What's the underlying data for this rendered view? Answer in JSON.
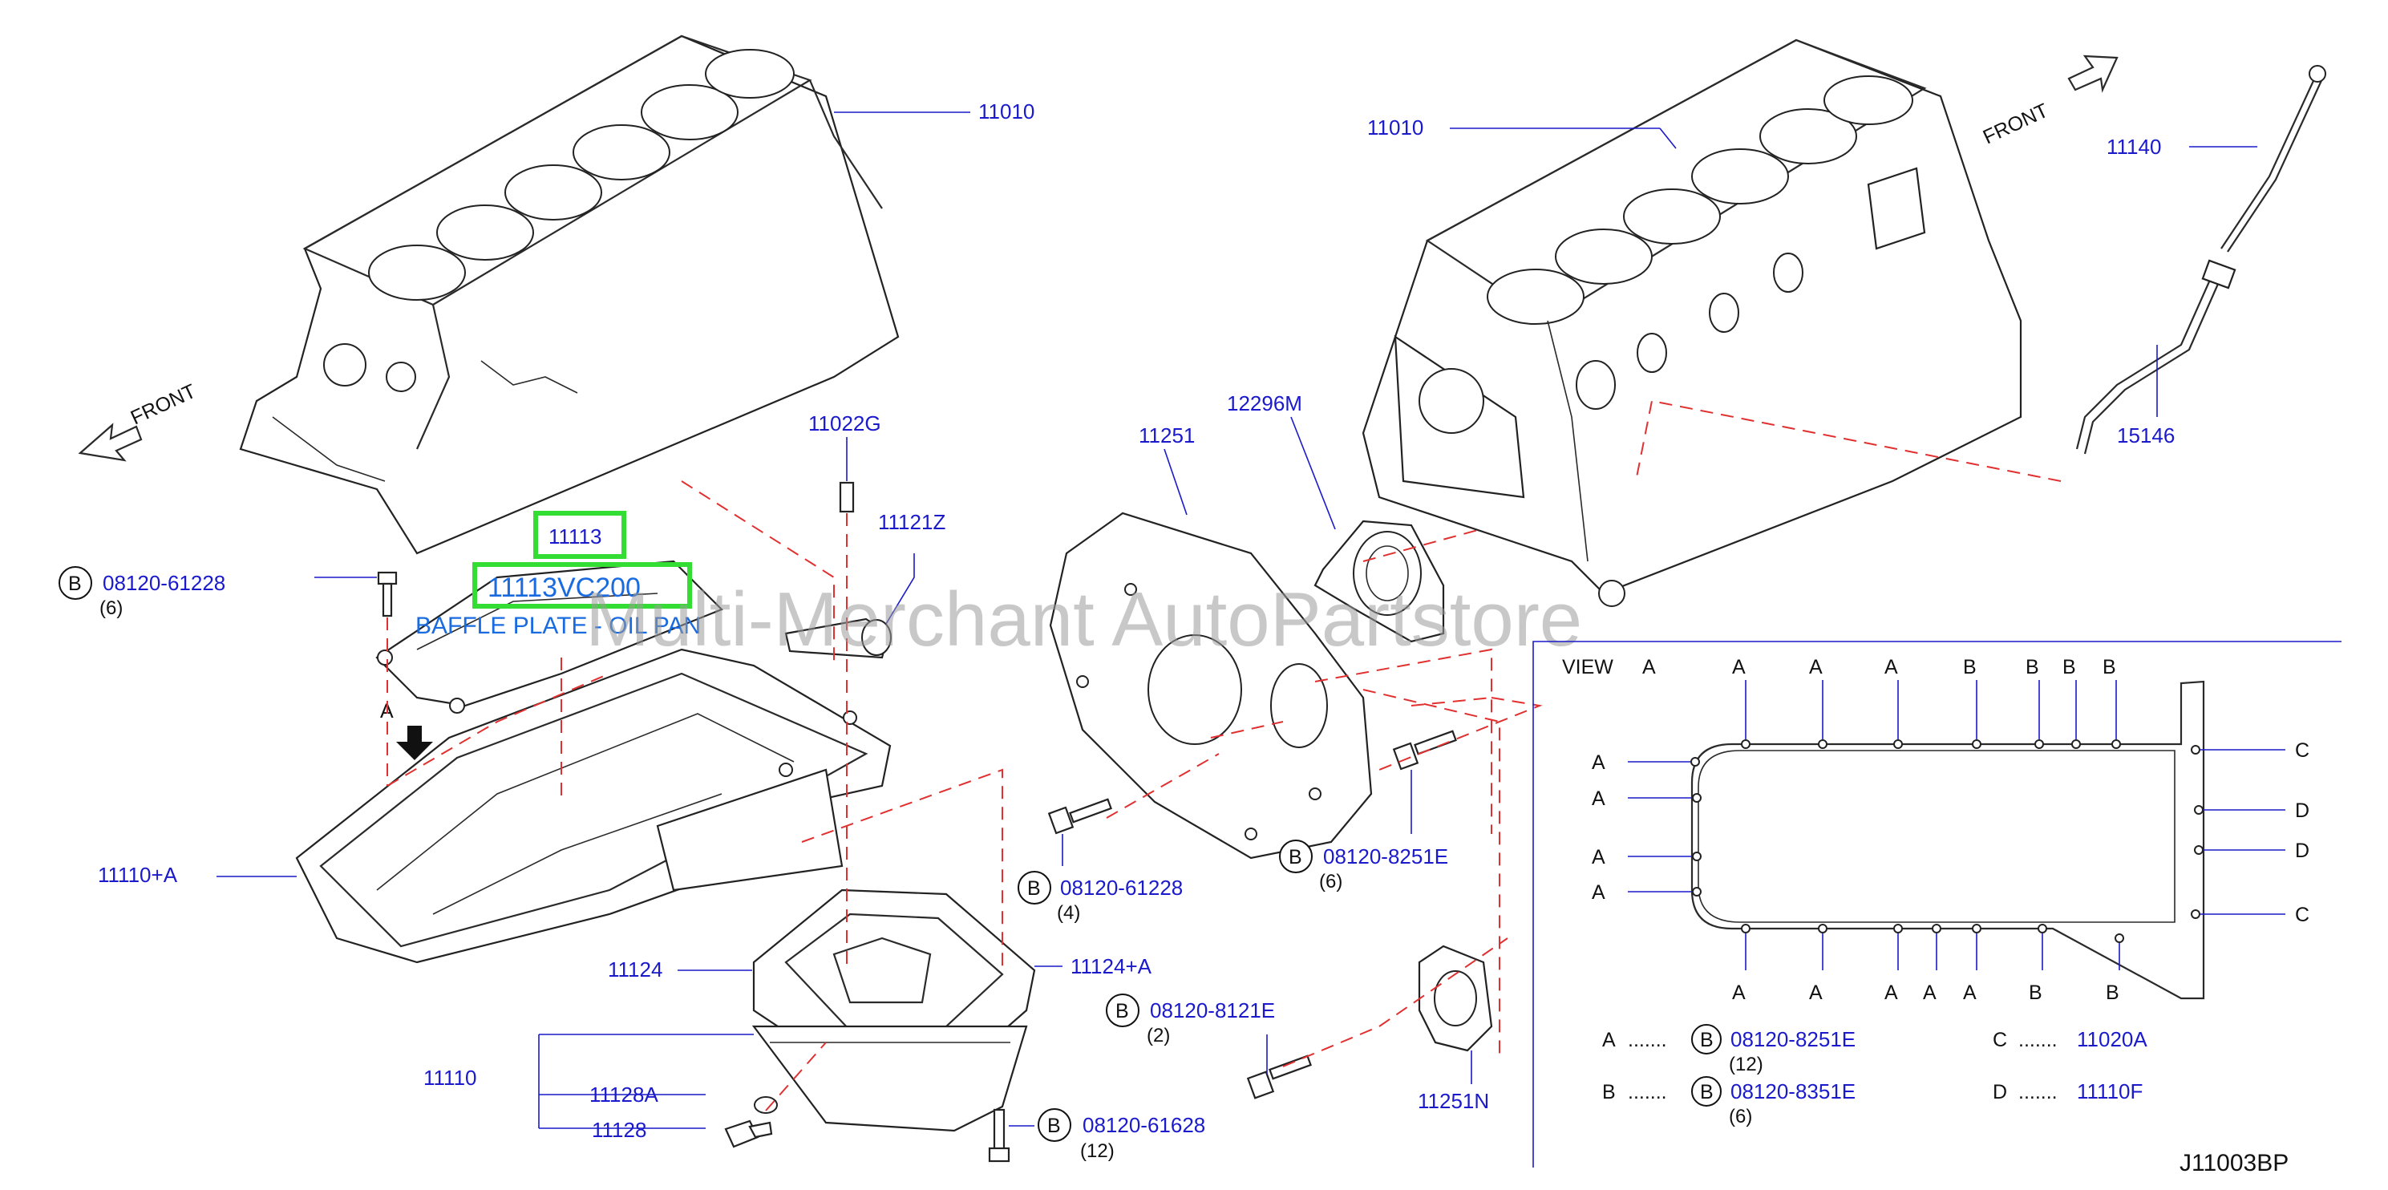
{
  "diagram": {
    "code": "J11003BP",
    "watermark": "Multi-Merchant AutoPartstore",
    "front_label": "FRONT",
    "highlight": {
      "part": "11113",
      "ref": "11113VC200",
      "name": "BAFFLE PLATE - OIL PAN"
    },
    "callouts": {
      "p11010_left": "11010",
      "p11010_right": "11010",
      "p11022g": "11022G",
      "p11121z": "11121Z",
      "p11251": "11251",
      "p12296m": "12296M",
      "p11140": "11140",
      "p15146": "15146",
      "p11110a": "11110+A",
      "p11124": "11124",
      "p11124a": "11124+A",
      "p11110": "11110",
      "p11128a": "11128A",
      "p11128": "11128",
      "p11251n": "11251N"
    },
    "bolts": {
      "b1": {
        "code": "08120-61228",
        "qty": "(6)"
      },
      "b2": {
        "code": "08120-61228",
        "qty": "(4)"
      },
      "b3": {
        "code": "08120-8251E",
        "qty": "(6)"
      },
      "b4": {
        "code": "08120-8121E",
        "qty": "(2)"
      },
      "b5": {
        "code": "08120-61628",
        "qty": "(12)"
      }
    },
    "circle_letter": "B",
    "letters": {
      "a": "A",
      "b": "B",
      "c": "C",
      "d": "D"
    },
    "view": {
      "title": "VIEW",
      "title_letter": "A",
      "top_letters": [
        "A",
        "A",
        "A",
        "B",
        "B",
        "B",
        "B"
      ],
      "bottom_letters": [
        "A",
        "A",
        "A",
        "A",
        "A",
        "B",
        "B"
      ],
      "left_letters": [
        "A",
        "A",
        "A",
        "A"
      ],
      "right_letters": [
        "C",
        "D",
        "D",
        "C"
      ],
      "legend": {
        "a_key": "A",
        "b_key": "B",
        "c_key": "C",
        "d_key": "D",
        "dots": ".......",
        "a_code": "08120-8251E",
        "a_qty": "(12)",
        "b_code": "08120-8351E",
        "b_qty": "(6)",
        "c_code": "11020A",
        "d_code": "11110F"
      }
    }
  }
}
